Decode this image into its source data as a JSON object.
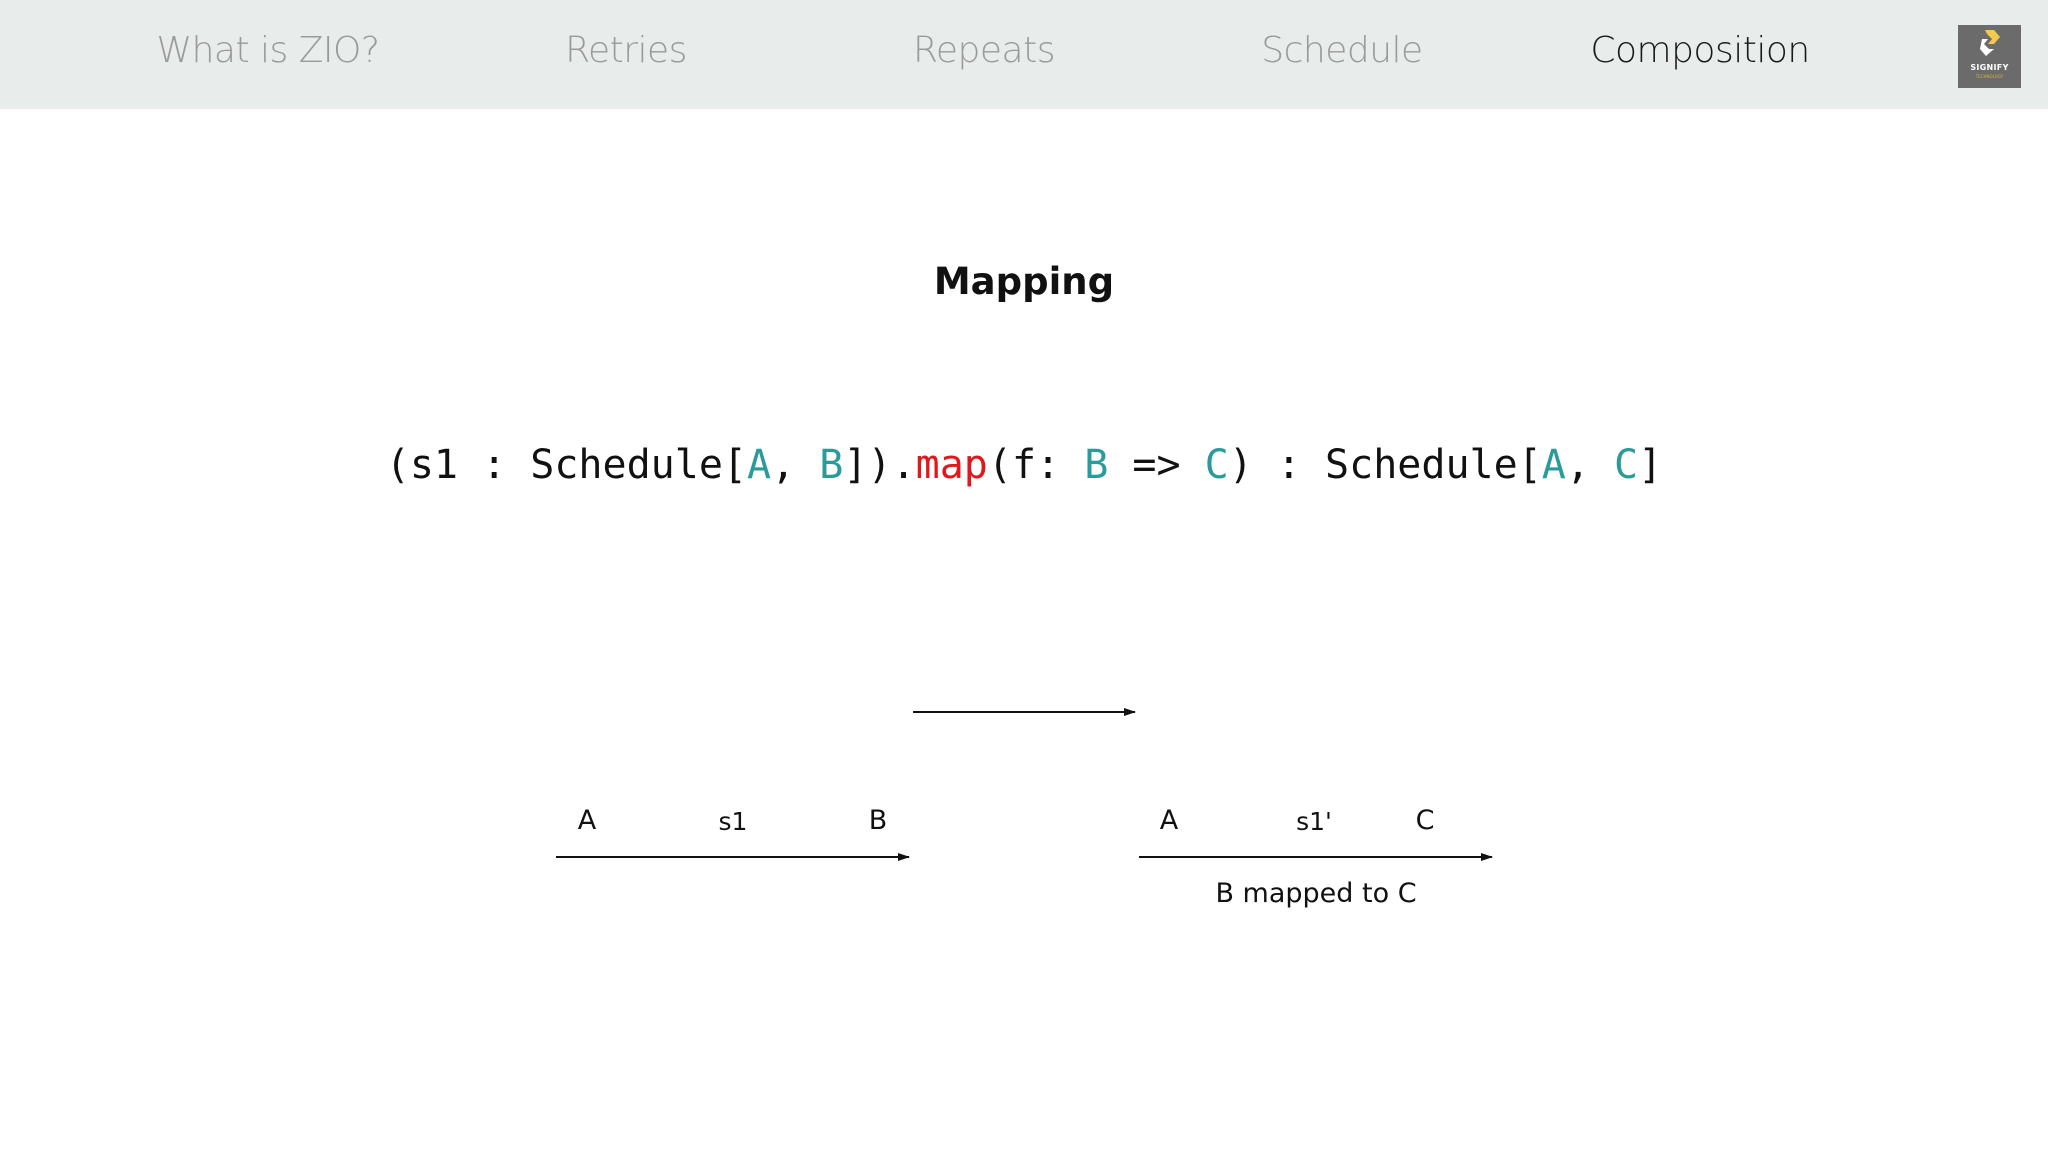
{
  "nav": {
    "items": [
      {
        "label": "What is ZIO?",
        "active": false
      },
      {
        "label": "Retries",
        "active": false
      },
      {
        "label": "Repeats",
        "active": false
      },
      {
        "label": "Schedule",
        "active": false
      },
      {
        "label": "Composition",
        "active": true
      }
    ],
    "logo": {
      "name": "SIGNIFY",
      "sub": "TECHNOLOGY",
      "icon": "signify-logo-icon"
    }
  },
  "slide": {
    "title": "Mapping",
    "code": {
      "p1": "(s1 : Schedule[",
      "t1": "A",
      "p2": ", ",
      "t2": "B",
      "p3": "]).",
      "fn": "map",
      "p4": "(f: ",
      "t3": "B",
      "p5": " => ",
      "t4": "C",
      "p6": ") : Schedule[",
      "t5": "A",
      "p7": ", ",
      "t6": "C",
      "p8": "]"
    },
    "diagram": {
      "left": {
        "input": "A",
        "schedule": "s1",
        "output": "B"
      },
      "right": {
        "input": "A",
        "schedule": "s1'",
        "output": "C",
        "caption": "B mapped to C"
      }
    }
  },
  "colors": {
    "topbar": "#e8ecea",
    "nav_inactive": "#9a9a9a",
    "nav_active": "#1a1a1a",
    "type_param": "#2a9a9a",
    "method": "#e0181b"
  }
}
